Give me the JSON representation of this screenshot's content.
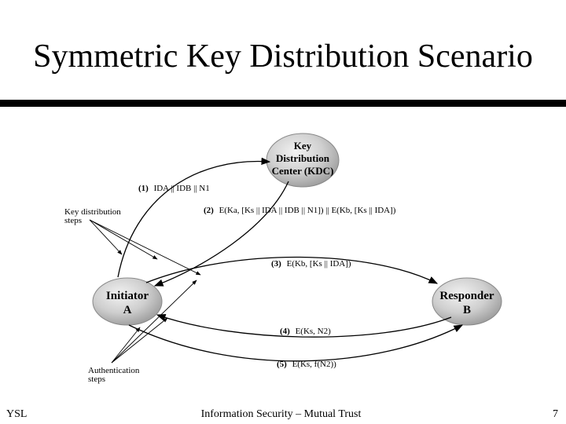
{
  "slide": {
    "title": "Symmetric Key Distribution Scenario",
    "footer_left": "YSL",
    "footer_center": "Information Security – Mutual Trust",
    "page_number": "7"
  },
  "diagram": {
    "kdc": {
      "line1": "Key",
      "line2": "Distribution",
      "line3": "Center (KDC)"
    },
    "initiator": {
      "line1": "Initiator",
      "line2": "A"
    },
    "responder": {
      "line1": "Responder",
      "line2": "B"
    },
    "key_distribution_label": {
      "line1": "Key distribution",
      "line2": "steps"
    },
    "authentication_label": {
      "line1": "Authentication",
      "line2": "steps"
    },
    "messages": [
      {
        "step": "(1)",
        "text": "IDA || IDB || N1"
      },
      {
        "step": "(2)",
        "text": "E(Ka, [Ks || IDA || IDB || N1]) || E(Kb, [Ks || IDA])"
      },
      {
        "step": "(3)",
        "text": "E(Kb, [Ks || IDA])"
      },
      {
        "step": "(4)",
        "text": "E(Ks, N2)"
      },
      {
        "step": "(5)",
        "text": "E(Ks, f(N2))"
      }
    ]
  }
}
